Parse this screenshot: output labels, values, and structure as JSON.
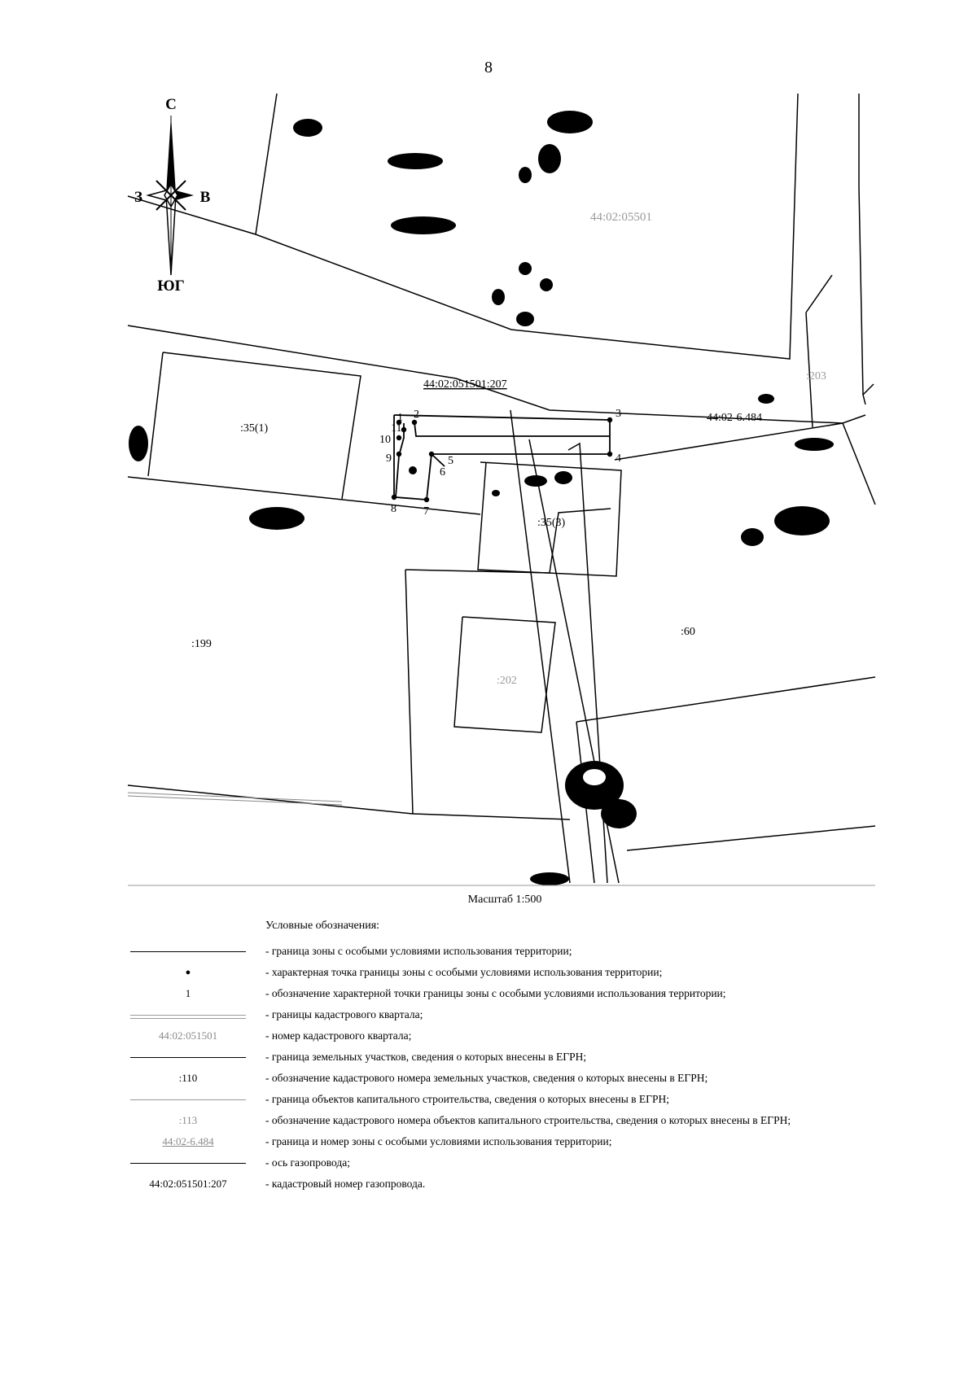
{
  "page_number": "8",
  "compass": {
    "north": "С",
    "south": "ЮГ",
    "west": "З",
    "east": "В"
  },
  "map_labels": {
    "quarter_number": "44:02:05",
    "quarter_number_2": "501",
    "gas_pipeline_number": "44:02:051501:207",
    "zone_number": "44:02-6.484",
    "plot_35_1": ":35(1)",
    "plot_35_3": ":35(3)",
    "plot_199": ":199",
    "plot_60": ":60",
    "plot_202": ":202",
    "plot_203": ":203",
    "points": [
      "1",
      "2",
      "3",
      "4",
      "5",
      "6",
      "7",
      "8",
      "9",
      "10",
      "11"
    ]
  },
  "scale": "Масштаб 1:500",
  "legend": {
    "title": "Условные обозначения:",
    "items": [
      {
        "symbol": "line-black",
        "symbol_text": "",
        "text": "- граница зоны с особыми условиями использования территории;"
      },
      {
        "symbol": "dot",
        "symbol_text": "",
        "text": "- характерная точка границы зоны с особыми условиями использования территории;"
      },
      {
        "symbol": "text",
        "symbol_text": "1",
        "text": "- обозначение характерной точки границы зоны с особыми условиями использования территории;"
      },
      {
        "symbol": "line-double-grey",
        "symbol_text": "",
        "text": "- границы кадастрового квартала;"
      },
      {
        "symbol": "text-grey",
        "symbol_text": "44:02:051501",
        "text": "- номер кадастрового квартала;"
      },
      {
        "symbol": "line-black-thin",
        "symbol_text": "",
        "text": "- граница земельных участков, сведения о которых внесены в ЕГРН;"
      },
      {
        "symbol": "text",
        "symbol_text": ":110",
        "text": "- обозначение кадастрового номера земельных участков, сведения о которых внесены в ЕГРН;"
      },
      {
        "symbol": "line-grey",
        "symbol_text": "",
        "text": "- граница объектов капитального строительства, сведения о которых внесены в ЕГРН;"
      },
      {
        "symbol": "text-grey",
        "symbol_text": ":113",
        "text": "- обозначение кадастрового номера объектов капитального строительства, сведения о которых внесены в ЕГРН;"
      },
      {
        "symbol": "text-underline",
        "symbol_text": "44:02-6.484",
        "text": "- граница и номер зоны с особыми условиями использования территории;"
      },
      {
        "symbol": "line-black",
        "symbol_text": "",
        "text": "- ось газопровода;"
      },
      {
        "symbol": "text",
        "symbol_text": "44:02:051501:207",
        "text": "- кадастровый номер газопровода."
      }
    ]
  }
}
